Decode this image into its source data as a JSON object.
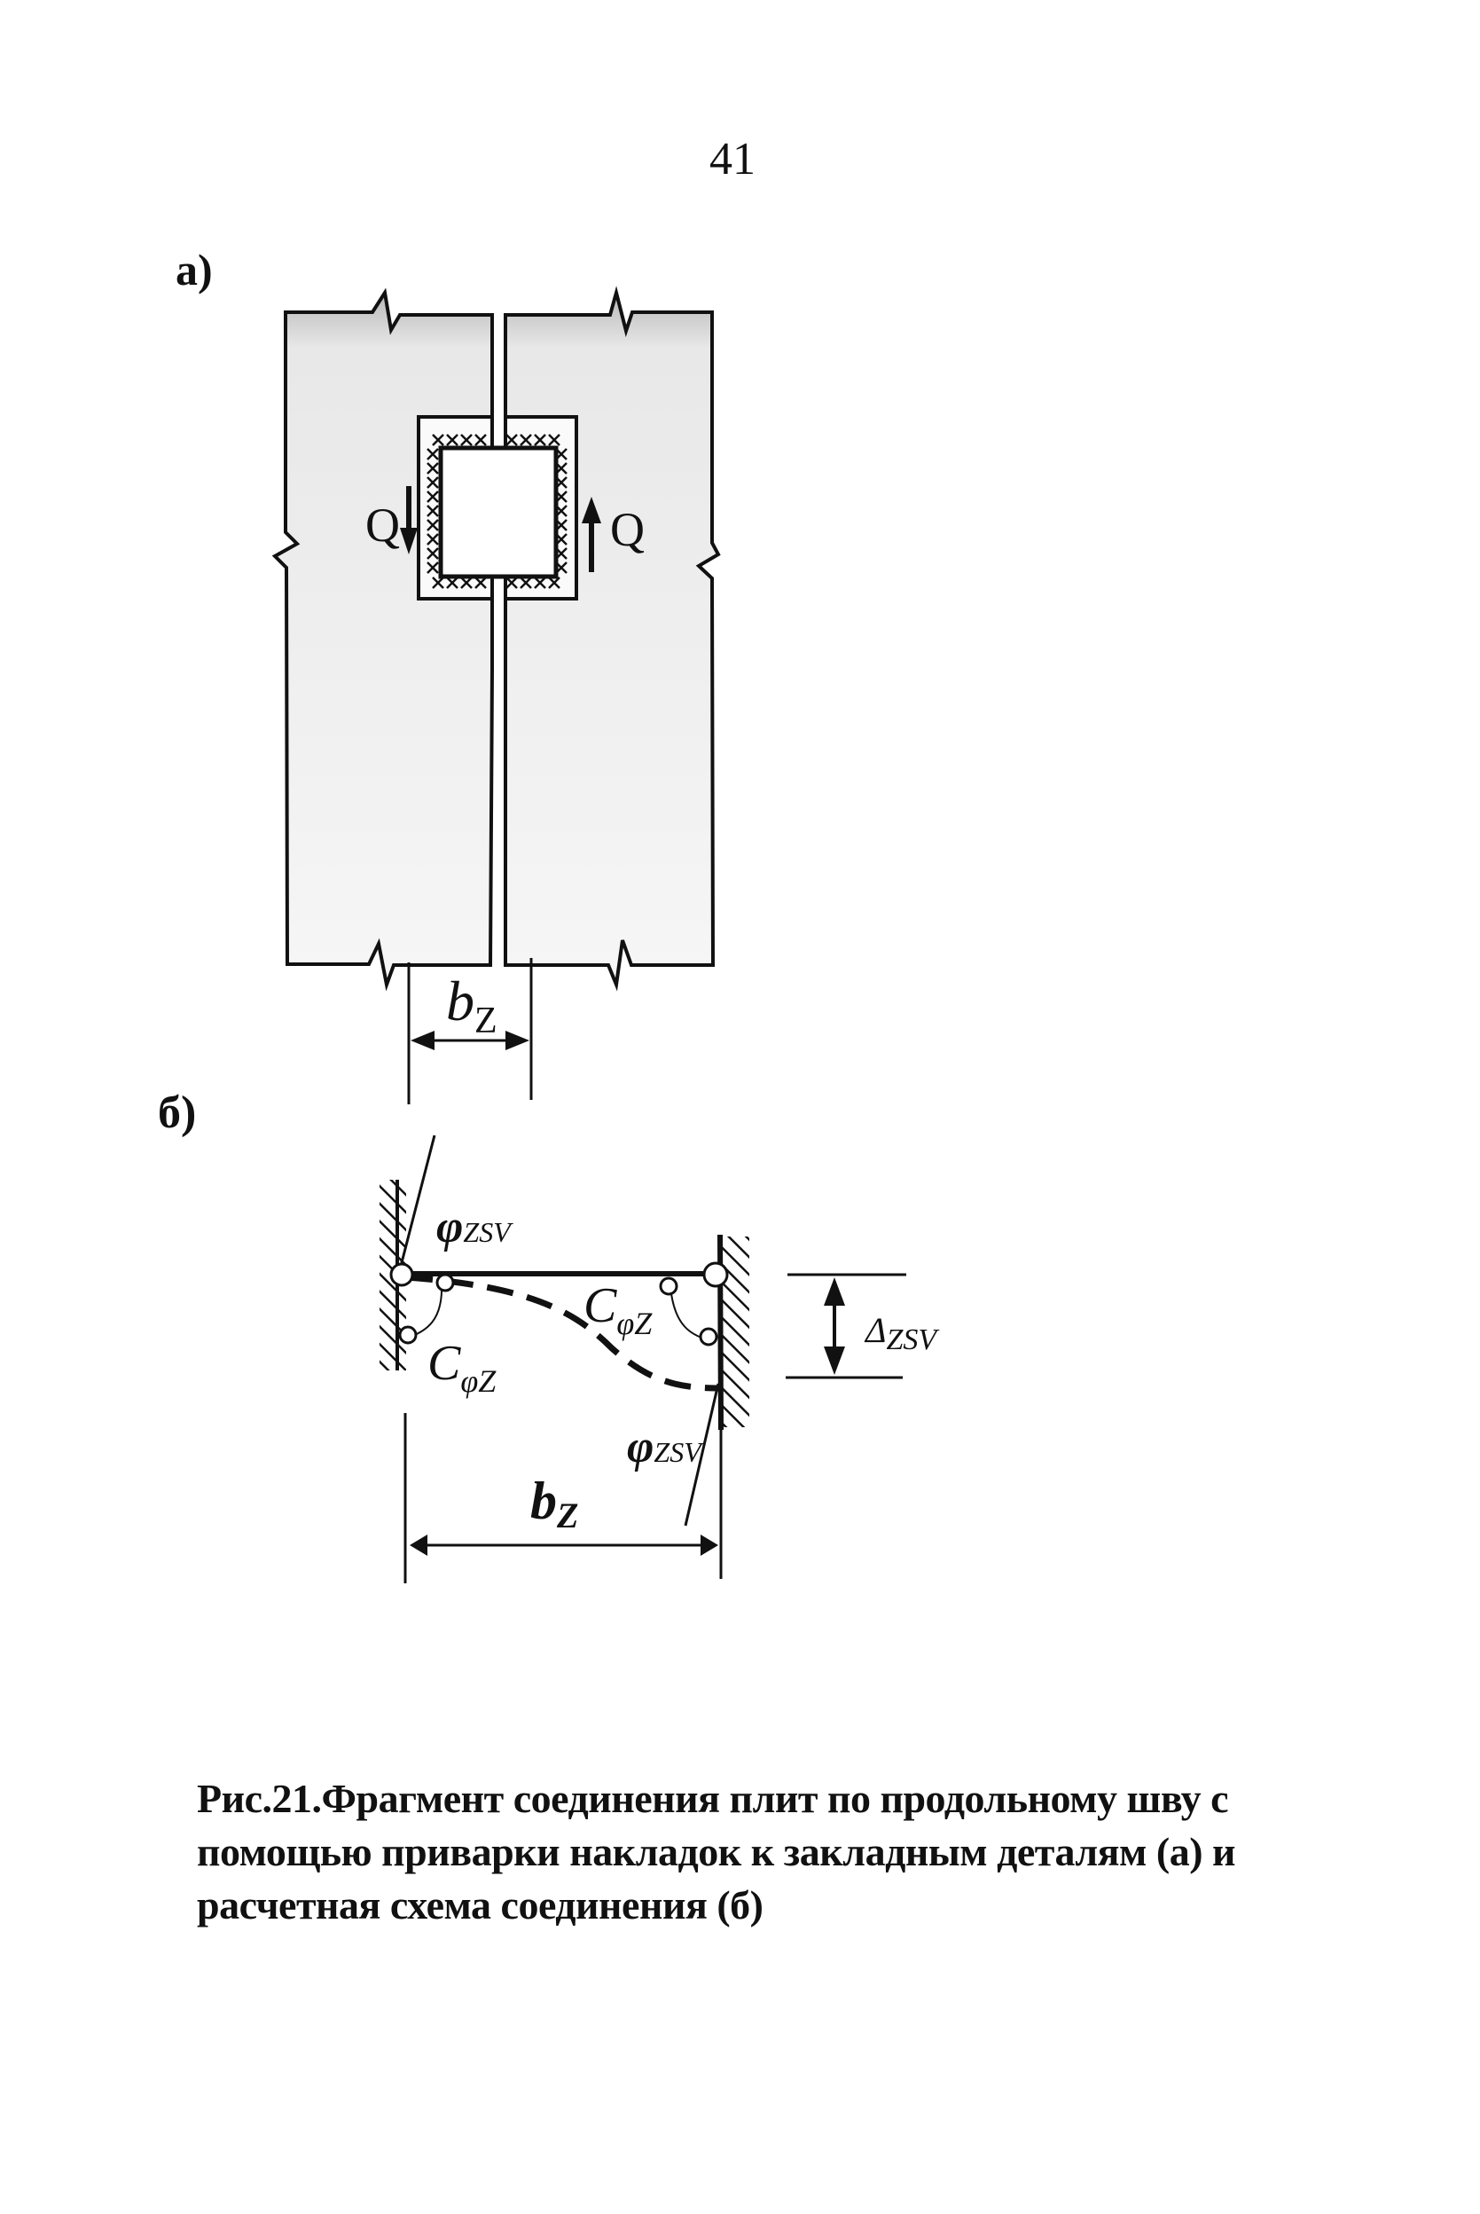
{
  "page": {
    "number": "41"
  },
  "figure_a": {
    "label": "а)",
    "force_left": "Q",
    "force_right": "Q",
    "dimension": {
      "symbol": "b",
      "subscript": "Z"
    }
  },
  "figure_b": {
    "label": "б)",
    "rotation_left": {
      "symbol": "φ",
      "subscript": "ZSV"
    },
    "rotation_right": {
      "symbol": "φ",
      "subscript": "ZSV"
    },
    "stiffness_left": {
      "symbol": "C",
      "subscript": "φZ"
    },
    "stiffness_right": {
      "symbol": "C",
      "subscript": "φZ"
    },
    "displacement": {
      "symbol": "Δ",
      "subscript": "ZSV"
    },
    "width": {
      "symbol": "b",
      "subscript": "Z"
    }
  },
  "caption": {
    "lines": [
      "Рис.21.Фрагмент соединения плит по продольному шву с",
      "помощью приварки накладок к закладным деталям (а) и",
      "расчетная схема соединения (б)"
    ]
  },
  "colors": {
    "ink": "#111111",
    "slab_fill": "#f4f4f4",
    "slab_shade": "#bdbdbd"
  }
}
